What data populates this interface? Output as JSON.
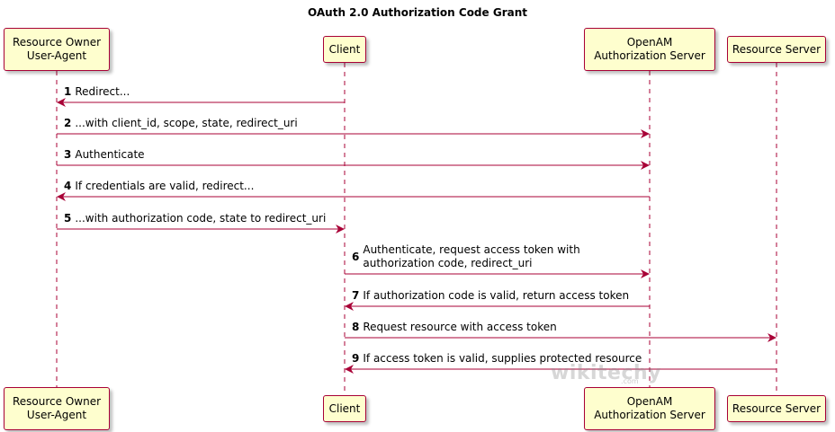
{
  "diagram": {
    "title": "OAuth 2.0 Authorization Code Grant",
    "participants": [
      {
        "id": "ro",
        "lines": [
          "Resource Owner",
          "User-Agent"
        ]
      },
      {
        "id": "client",
        "lines": [
          "Client"
        ]
      },
      {
        "id": "as",
        "lines": [
          "OpenAM",
          "Authorization Server"
        ]
      },
      {
        "id": "rs",
        "lines": [
          "Resource Server"
        ]
      }
    ],
    "messages": [
      {
        "num": "1",
        "from": "client",
        "to": "ro",
        "lines": [
          "Redirect..."
        ]
      },
      {
        "num": "2",
        "from": "ro",
        "to": "as",
        "lines": [
          "...with client_id, scope, state, redirect_uri"
        ]
      },
      {
        "num": "3",
        "from": "ro",
        "to": "as",
        "lines": [
          "Authenticate"
        ]
      },
      {
        "num": "4",
        "from": "as",
        "to": "ro",
        "lines": [
          "If credentials are valid, redirect..."
        ]
      },
      {
        "num": "5",
        "from": "ro",
        "to": "client",
        "lines": [
          "...with authorization code, state to redirect_uri"
        ]
      },
      {
        "num": "6",
        "from": "client",
        "to": "as",
        "lines": [
          "Authenticate, request access token with",
          "authorization code, redirect_uri"
        ]
      },
      {
        "num": "7",
        "from": "as",
        "to": "client",
        "lines": [
          "If authorization code is valid, return access token"
        ]
      },
      {
        "num": "8",
        "from": "client",
        "to": "rs",
        "lines": [
          "Request resource with access token"
        ]
      },
      {
        "num": "9",
        "from": "rs",
        "to": "client",
        "lines": [
          "If access token is valid, supplies protected resource"
        ]
      }
    ],
    "watermark": {
      "main": "wikitechy",
      "sub": ".com"
    },
    "colors": {
      "line": "#a80036",
      "box_fill": "#fefece",
      "box_border": "#a80036"
    }
  }
}
